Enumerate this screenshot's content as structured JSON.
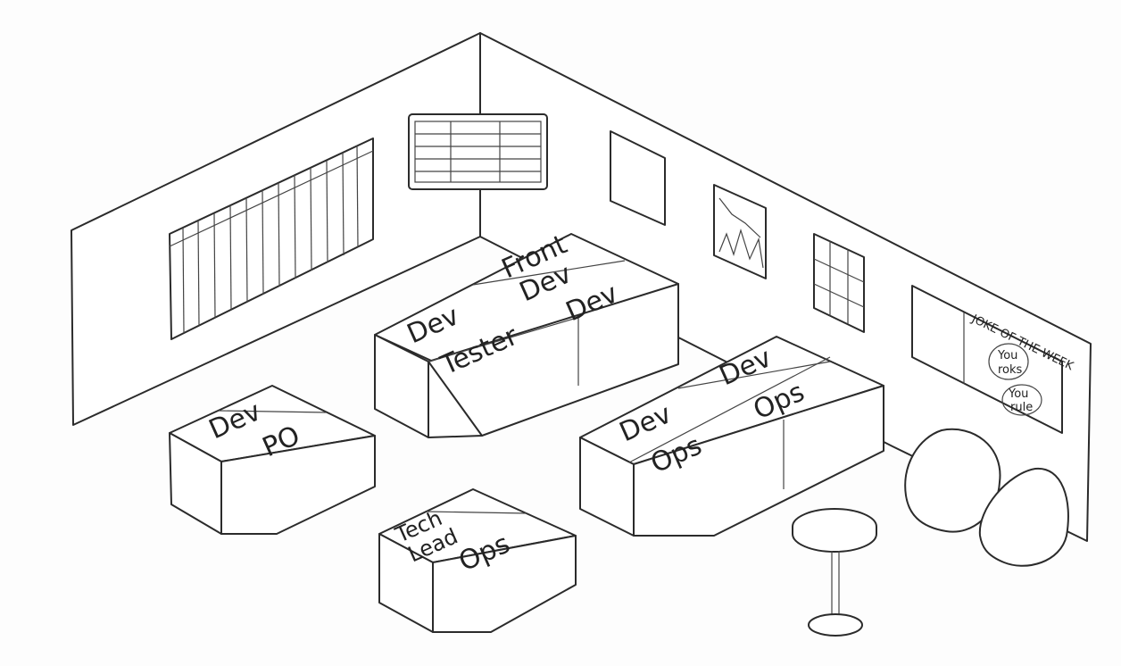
{
  "desks": {
    "group1": {
      "a": "Dev",
      "b": "Tester",
      "c1": "Front",
      "c2": "Dev",
      "d": "Dev"
    },
    "group2": {
      "a": "Dev",
      "b": "PO"
    },
    "group3": {
      "a": "Tech",
      "a2": "Lead",
      "b": "Ops"
    },
    "group4": {
      "a": "Dev",
      "b": "Ops",
      "c": "Dev",
      "d": "Ops"
    }
  },
  "joke_board": {
    "title": "JOKE OF THE WEEK",
    "bubble1a": "You",
    "bubble1b": "roks",
    "bubble2a": "You",
    "bubble2b": "rule"
  }
}
